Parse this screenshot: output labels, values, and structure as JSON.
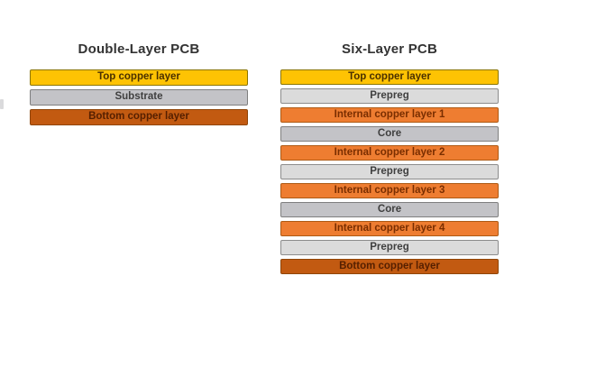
{
  "background": "#ffffff",
  "diagrams": [
    {
      "id": "double_layer",
      "title": "Double-Layer PCB",
      "layers": [
        {
          "label": "Top copper layer",
          "type": "top_copper"
        },
        {
          "label": "Substrate",
          "type": "core"
        },
        {
          "label": "Bottom copper layer",
          "type": "bottom_copper"
        }
      ]
    },
    {
      "id": "six_layer",
      "title": "Six-Layer PCB",
      "layers": [
        {
          "label": "Top copper layer",
          "type": "top_copper"
        },
        {
          "label": "Prepreg",
          "type": "prepreg"
        },
        {
          "label": "Internal copper layer 1",
          "type": "internal_copper"
        },
        {
          "label": "Core",
          "type": "core"
        },
        {
          "label": "Internal copper layer 2",
          "type": "internal_copper"
        },
        {
          "label": "Prepreg",
          "type": "prepreg"
        },
        {
          "label": "Internal copper layer 3",
          "type": "internal_copper"
        },
        {
          "label": "Core",
          "type": "core"
        },
        {
          "label": "Internal copper layer 4",
          "type": "internal_copper"
        },
        {
          "label": "Prepreg",
          "type": "prepreg"
        },
        {
          "label": "Bottom copper layer",
          "type": "bottom_copper"
        }
      ]
    }
  ],
  "layer_styles": {
    "top_copper": {
      "fill": "#FEC303",
      "border": "#8B7500",
      "text": "#4A3000"
    },
    "prepreg": {
      "fill": "#DBDBDB",
      "border": "#8C8C8C",
      "text": "#3F3F3F"
    },
    "core": {
      "fill": "#C3C3C7",
      "border": "#7F7F7F",
      "text": "#3F3F3F"
    },
    "internal_copper": {
      "fill": "#EE7D31",
      "border": "#AE5A14",
      "text": "#7A2E00"
    },
    "bottom_copper": {
      "fill": "#C25A11",
      "border": "#8F4508",
      "text": "#551F00"
    }
  },
  "title_color": "#333333"
}
